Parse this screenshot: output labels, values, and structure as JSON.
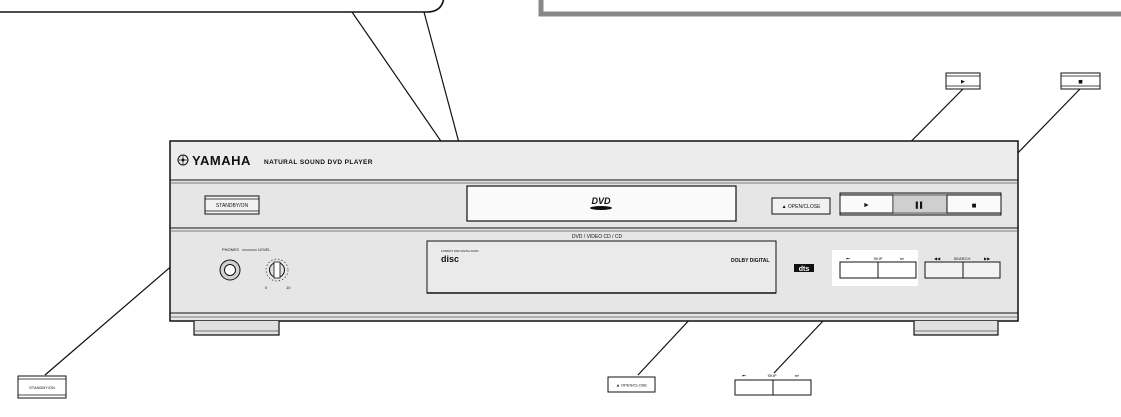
{
  "player": {
    "brand": "YAMAHA",
    "model_title": "NATURAL SOUND DVD PLAYER",
    "format_label": "DVD / VIDEO CD / CD",
    "dvd_logo": "DVD",
    "cd_logo": "COMPACT DISC DIGITAL AUDIO",
    "dolby_logo": "DOLBY DIGITAL",
    "dts_logo": "dts",
    "phones_label": "PHONES",
    "level_label": "LEVEL",
    "level_min": "0",
    "level_max": "10",
    "skip_label": "SKIP",
    "search_label": "SEARCH",
    "skip_prev_glyph": "⏮",
    "skip_next_glyph": "⏭",
    "search_rev_glyph": "◀◀",
    "search_fwd_glyph": "▶▶"
  },
  "buttons": {
    "standby": "STANDBY/ON",
    "open_close": "▲ OPEN/CLOSE",
    "play": "►",
    "pause": "▌▌",
    "stop": "■"
  },
  "callouts": {
    "play": "►",
    "stop": "■",
    "standby": "STANDBY/ON",
    "open_close": "▲ OPEN/CLOSE",
    "skip_label": "SKIP",
    "skip_prev_glyph": "⏮",
    "skip_next_glyph": "⏭"
  }
}
